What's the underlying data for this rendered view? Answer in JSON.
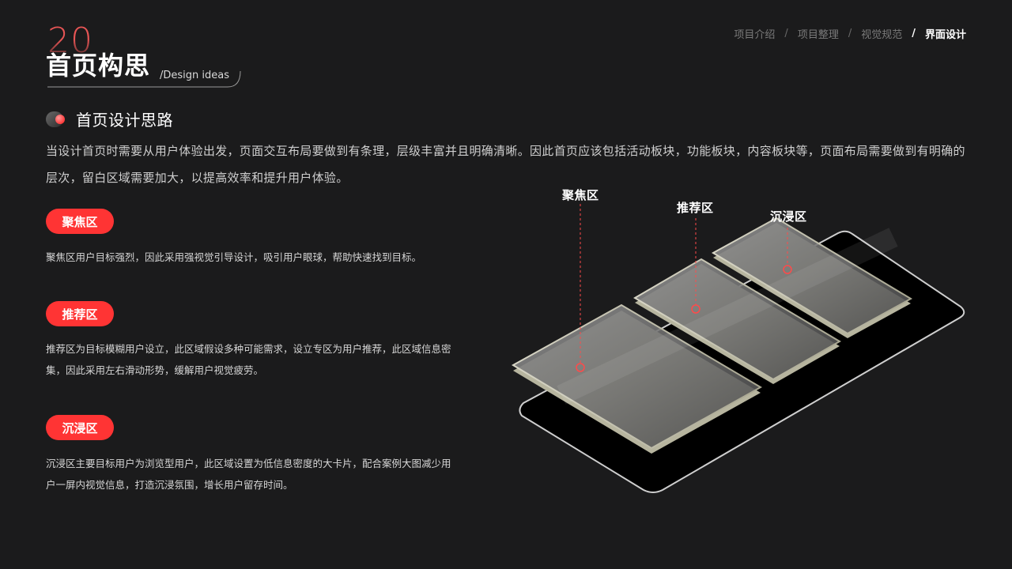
{
  "header": {
    "page_number": "20",
    "title": "首页构思",
    "title_en": "/Design ideas"
  },
  "breadcrumb": {
    "items": [
      "项目介绍",
      "项目整理",
      "视觉规范",
      "界面设计"
    ],
    "separator": "/",
    "current_index": 3
  },
  "section": {
    "heading": "首页设计思路",
    "intro": "当设计首页时需要从用户体验出发，页面交互布局要做到有条理，层级丰富并且明确清晰。因此首页应该包括活动板块，功能板块，内容板块等，页面布局需要做到有明确的层次，留白区域需要加大，以提高效率和提升用户体验。"
  },
  "zones": [
    {
      "tag": "聚焦区",
      "description": "聚焦区用户目标强烈，因此采用强视觉引导设计，吸引用户眼球，帮助快速找到目标。"
    },
    {
      "tag": "推荐区",
      "description": "推荐区为目标模糊用户设立，此区域假设多种可能需求，设立专区为用户推荐，此区域信息密集，因此采用左右滑动形势，缓解用户视觉疲劳。"
    },
    {
      "tag": "沉浸区",
      "description": "沉浸区主要目标用户为浏览型用户，此区域设置为低信息密度的大卡片，配合案例大图减少用户一屏内视觉信息，打造沉浸氛围，增长用户留存时间。"
    }
  ],
  "illustration": {
    "labels": [
      "聚焦区",
      "推荐区",
      "沉浸区"
    ]
  },
  "colors": {
    "background": "#1b1b1c",
    "accent": "#ff3434",
    "text": "#d6d6d6"
  }
}
